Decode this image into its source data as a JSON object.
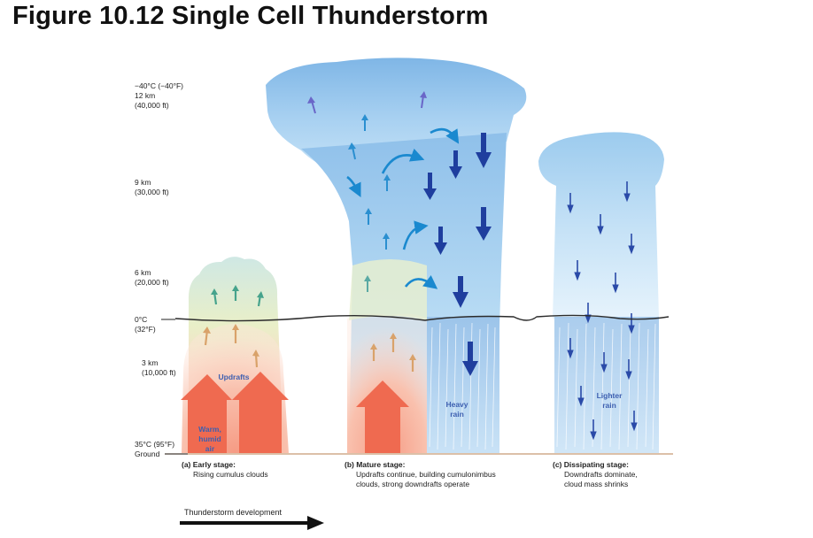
{
  "title": "Figure 10.12 Single Cell Thunderstorm",
  "altitude_labels": {
    "top": [
      "−40°C (−40°F)",
      "12 km",
      "(40,000 ft)"
    ],
    "km9": [
      "9 km",
      "(30,000 ft)"
    ],
    "km6": [
      "6 km",
      "(20,000 ft)"
    ],
    "freezing": [
      "0°C",
      "(32°F)"
    ],
    "km3": [
      "3 km",
      "(10,000 ft)"
    ],
    "ground": [
      "35°C (95°F)",
      "Ground"
    ]
  },
  "cloud_labels": {
    "updrafts": "Updrafts",
    "warm_air": [
      "Warm,",
      "humid",
      "air"
    ],
    "heavy_rain": [
      "Heavy",
      "rain"
    ],
    "lighter_rain": [
      "Lighter",
      "rain"
    ]
  },
  "stages": {
    "early": {
      "title": "(a) Early stage:",
      "desc": [
        "Rising cumulus clouds"
      ]
    },
    "mature": {
      "title": "(b) Mature stage:",
      "desc": [
        "Updrafts continue, building cumulonimbus",
        "clouds, strong downdrafts operate"
      ]
    },
    "dissipating": {
      "title": "(c) Dissipating stage:",
      "desc": [
        "Downdrafts dominate,",
        "cloud mass shrinks"
      ]
    }
  },
  "development_label": "Thunderstorm development",
  "colors": {
    "updraft_arrow": "#ef6a50",
    "warm_glow": "#f8b9a6",
    "downdraft_arrow": "#1f3e9e",
    "cloud_blue": "#9fc9ec",
    "cloud_light": "#d6ecfa",
    "rain_blue": "#8ab4e4"
  }
}
